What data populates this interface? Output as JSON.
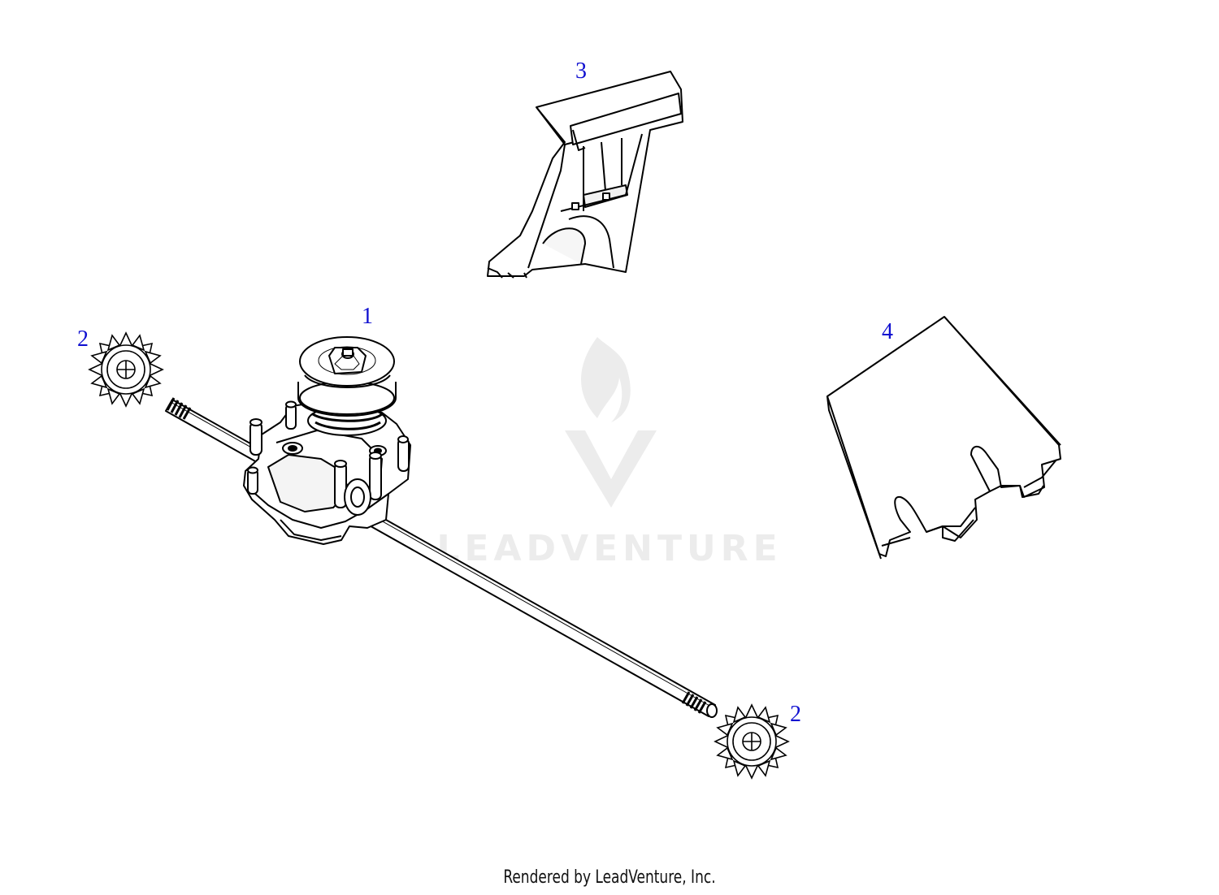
{
  "diagram": {
    "callouts": [
      {
        "id": "1",
        "label": "1"
      },
      {
        "id": "2a",
        "label": "2"
      },
      {
        "id": "2b",
        "label": "2"
      },
      {
        "id": "3",
        "label": "3"
      },
      {
        "id": "4",
        "label": "4"
      }
    ]
  },
  "watermark": {
    "text": "LEADVENTURE",
    "icon": "leadventure-flame-logo-icon"
  },
  "footer": {
    "text": "Rendered by LeadVenture, Inc."
  },
  "colors": {
    "callout": "#1010d0",
    "line": "#000000",
    "watermark": "#ececec"
  }
}
